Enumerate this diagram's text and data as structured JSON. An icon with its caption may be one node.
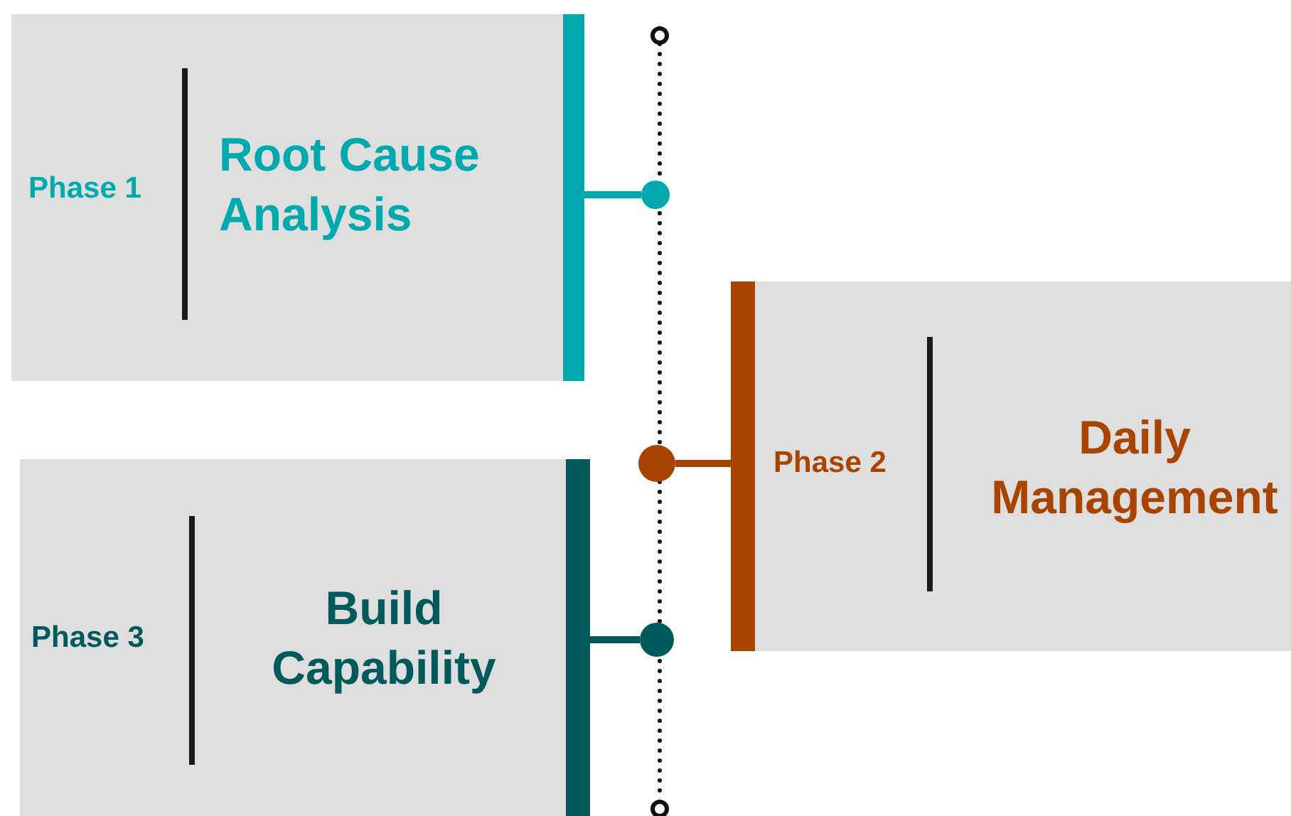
{
  "diagram": {
    "nodes": [
      {
        "text": [
          "Phase 1",
          "Root Cause Analysis"
        ]
      },
      {
        "text": [],
        "shape": "circle"
      },
      {
        "text": [
          "Phase 2",
          "Daily Management"
        ]
      },
      {
        "text": [],
        "shape": "circle"
      },
      {
        "text": [
          "Phase 3",
          "Build Capability"
        ]
      },
      {
        "text": [],
        "shape": "circle"
      }
    ],
    "edges": [
      {
        "from": 0,
        "to": 1,
        "arrow": "none",
        "color": "#00a9ad"
      },
      {
        "from": 2,
        "to": 3,
        "arrow": "none",
        "color": "#a94400"
      },
      {
        "from": 4,
        "to": 5,
        "arrow": "none",
        "color": "#005a5c"
      }
    ]
  }
}
